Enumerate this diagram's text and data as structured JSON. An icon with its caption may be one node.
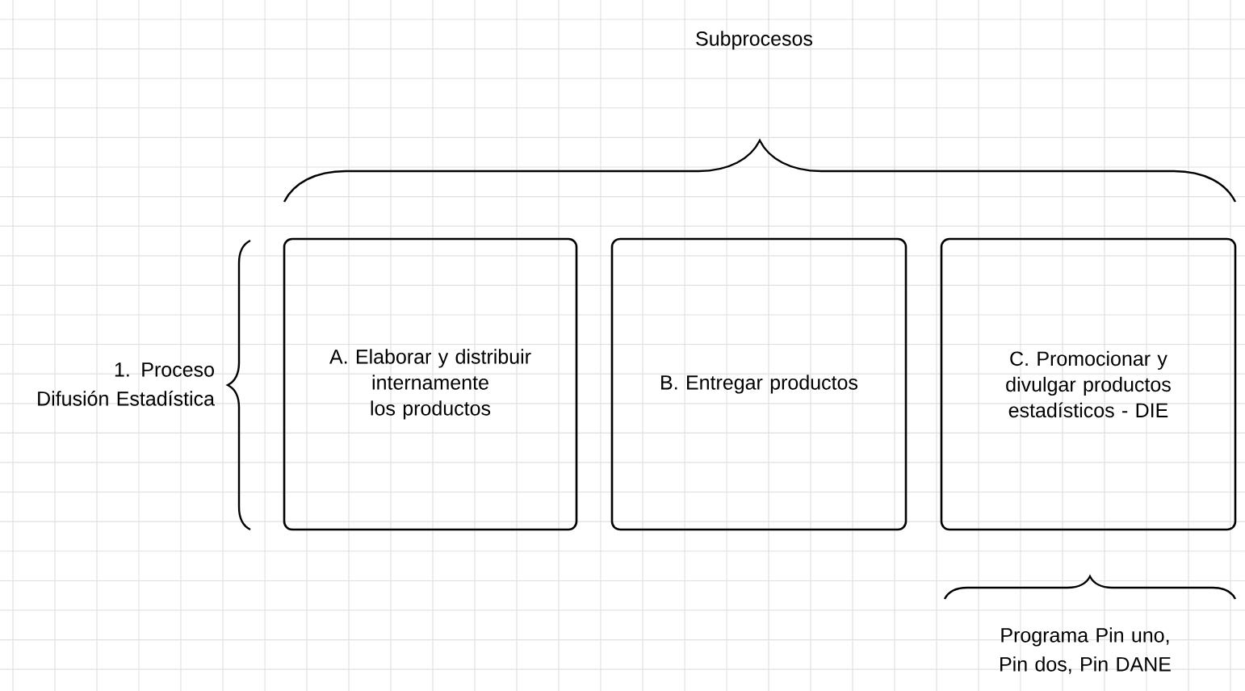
{
  "diagram": {
    "nodes": [
      {
        "text": [
          "A. Elaborar y distribuir internamente los productos"
        ]
      },
      {
        "text": [
          "B. Entregar productos"
        ]
      },
      {
        "text": [
          "C. Promocionar y divulgar productos estadísticos - DIE"
        ]
      }
    ],
    "labels": [
      "Subprocesos",
      "1. Proceso Difusión Estadística",
      "Programa Pin uno, Pin dos, Pin DANE"
    ]
  }
}
